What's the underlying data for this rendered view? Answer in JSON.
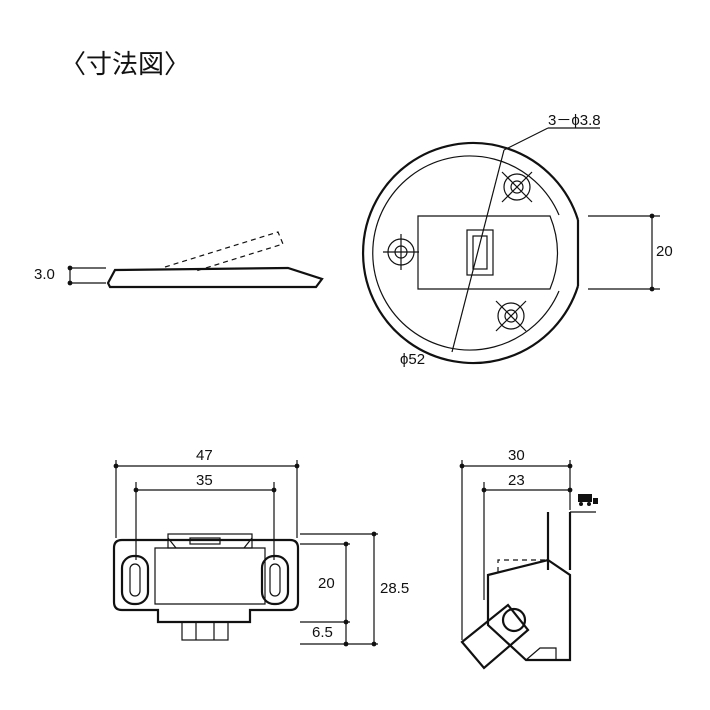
{
  "title": "〈寸法図〉",
  "side_view": {
    "thickness_label": "3.0"
  },
  "top_view": {
    "hole_label": "3－ϕ3.8",
    "height_label": "20",
    "diameter_label": "ϕ52"
  },
  "front_view": {
    "width_outer": "47",
    "width_inner": "35",
    "height_slot": "20",
    "height_total": "28.5",
    "height_bottom": "6.5"
  },
  "profile_view": {
    "depth_outer": "30",
    "depth_inner": "23"
  }
}
